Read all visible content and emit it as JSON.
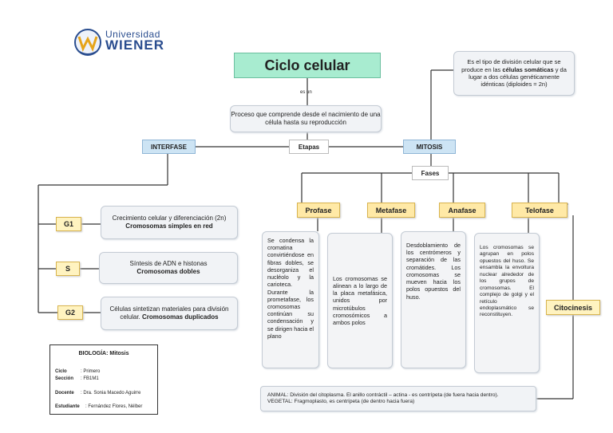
{
  "logo": {
    "line1": "Universidad",
    "line2": "WIENER"
  },
  "title": "Ciclo celular",
  "connector_es_un": "es un",
  "definition": "Proceso que comprende desde el nacimiento de una célula hasta su reproducción",
  "etapas": "Etapas",
  "interfase": "INTERFASE",
  "mitosis": "MITOSIS",
  "mitosis_def": {
    "part1": "Es el tipo de división celular que se produce en las ",
    "bold": "células somáticas",
    "part2": " y da lugar a dos células genéticamente idénticas (diploides = 2n)"
  },
  "fases": "Fases",
  "phases": [
    {
      "label": "Profase",
      "text": "Se condensa la cromatina convirtiéndose en fibras dobles, se desorganiza el nucléolo y la carioteca. Durante la prometafase, los cromosomas continúan su condensación y se dirigen hacia el plano"
    },
    {
      "label": "Metafase",
      "text": "Los cromosomas se alinean a lo largo de la placa metafásica, unidos por microtúbulos cromosómicos a ambos polos"
    },
    {
      "label": "Anafase",
      "text": "Desdoblamiento de los centrómeros y separación de las cromátides. Los cromosomas se mueven hacia los polos opuestos del huso."
    },
    {
      "label": "Telofase",
      "text": "Los cromosomas se agrupan en polos opuestos del huso. Se ensambla la envoltura nuclear alrededor de los grupos de cromosomas. El complejo de golgi y el retículo endoplasmático se reconstituyen."
    }
  ],
  "interphase_stages": [
    {
      "label": "G1",
      "line1": "Crecimiento celular y diferenciación (2n)",
      "bold": "Cromosomas simples en red"
    },
    {
      "label": "S",
      "line1": "Síntesis de ADN e histonas",
      "bold": "Cromosomas dobles"
    },
    {
      "label": "G2",
      "line1": "Células sintetizan materiales para división celular. ",
      "bold": "Cromosomas duplicados"
    }
  ],
  "citocinesis": "Citocinesis",
  "citocinesis_text": {
    "animal": "ANIMAL: División del citoplasma. El anillo contráctil – actina - es centrípeta (de fuera hacia dentro).",
    "vegetal": "VEGETAL: Fragmoplasto, es centrípeta (de dentro hacia fuera)"
  },
  "info": {
    "title_plain": "BIOLOGÍA: ",
    "title_bold": "Mitosis",
    "rows": [
      {
        "key": "Ciclo",
        "value": ": Primero"
      },
      {
        "key": "Sección",
        "value": ": FB1M1"
      },
      {
        "key": "Docente",
        "value": ": Dra. Sonia Macedo Aguirre"
      },
      {
        "key": "Estudiante",
        "value": ": Fernández Flores, Nélber"
      }
    ]
  },
  "colors": {
    "title_bg": "#a8ecd0",
    "phase_bg": "#ffe9a6",
    "stage_blue": "#cde4f4",
    "logo_blue": "#2a4d8f"
  }
}
